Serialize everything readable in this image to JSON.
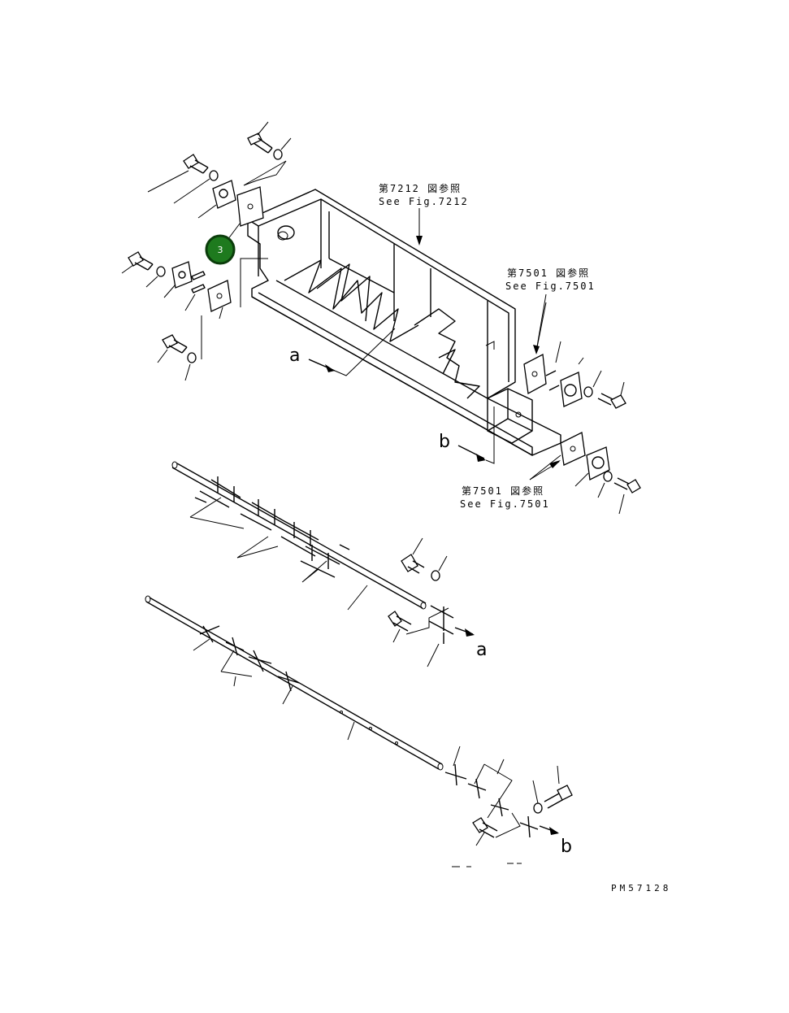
{
  "callouts": {
    "fig7212_jp": "第7212 図参照",
    "fig7212_en": "See Fig.7212",
    "fig7501_top_jp": "第7501 図参照",
    "fig7501_top_en": "See Fig.7501",
    "fig7501_bot_jp": "第7501 図参照",
    "fig7501_bot_en": "See Fig.7501"
  },
  "view_letters": {
    "a_main": "a",
    "b_main": "b",
    "a_shaft": "a",
    "b_shaft": "b"
  },
  "badge": {
    "number": "3",
    "color": "#1e7a1e"
  },
  "drawing_id": "PM57128",
  "colors": {
    "line": "#000000",
    "badge_ring": "#0b3d0b"
  }
}
